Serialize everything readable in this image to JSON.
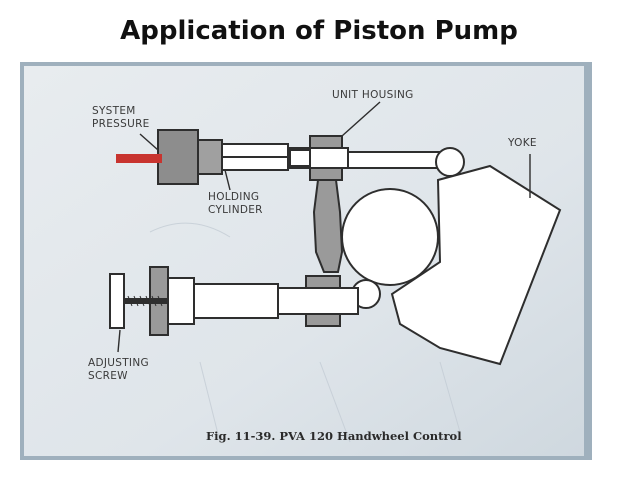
{
  "title": "Application of Piston Pump",
  "labels": {
    "system_pressure_line1": "SYSTEM",
    "system_pressure_line2": "PRESSURE",
    "unit_housing": "UNIT HOUSING",
    "yoke": "YOKE",
    "holding_cylinder_line1": "HOLDING",
    "holding_cylinder_line2": "CYLINDER",
    "adjusting_screw_line1": "ADJUSTING",
    "adjusting_screw_line2": "SCREW"
  },
  "caption": "Fig. 11-39.   PVA 120 Handwheel Control",
  "colors": {
    "paper": "#dfe5ea",
    "ink": "#2e2e2e",
    "pressure_line": "#c8342f"
  }
}
